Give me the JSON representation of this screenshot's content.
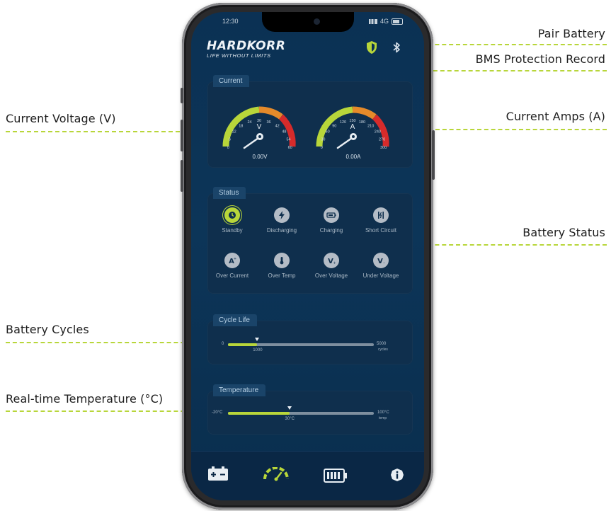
{
  "callouts": {
    "pair_battery": "Pair Battery",
    "bms_record": "BMS Protection Record",
    "current_voltage": "Current Voltage (V)",
    "current_amps": "Current Amps (A)",
    "battery_status": "Battery Status",
    "battery_cycles": "Battery Cycles",
    "realtime_temp": "Real-time Temperature (°C)"
  },
  "statusbar": {
    "time": "12:30",
    "network": "4G"
  },
  "brand": {
    "name": "HARDKORR",
    "tagline": "LIFE WITHOUT LIMITS"
  },
  "current": {
    "title": "Current",
    "voltage": {
      "unit": "V",
      "value_label": "0.00V",
      "ticks": [
        "0",
        "6",
        "12",
        "18",
        "24",
        "30",
        "36",
        "42",
        "48",
        "54",
        "60"
      ]
    },
    "amps": {
      "unit": "A",
      "value_label": "0.00A",
      "ticks": [
        "0",
        "30",
        "60",
        "90",
        "120",
        "150",
        "180",
        "210",
        "240",
        "270",
        "300"
      ]
    }
  },
  "status": {
    "title": "Status",
    "items": [
      {
        "label": "Standby",
        "icon": "clock-icon",
        "active": true
      },
      {
        "label": "Discharging",
        "icon": "bolt-icon",
        "active": false
      },
      {
        "label": "Charging",
        "icon": "plug-icon",
        "active": false
      },
      {
        "label": "Short Circuit",
        "icon": "short-circuit-icon",
        "active": false
      },
      {
        "label": "Over Current",
        "icon": "over-current-icon",
        "active": false
      },
      {
        "label": "Over Temp",
        "icon": "thermometer-icon",
        "active": false
      },
      {
        "label": "Over Voltage",
        "icon": "over-voltage-icon",
        "active": false
      },
      {
        "label": "Under Voltage",
        "icon": "under-voltage-icon",
        "active": false
      }
    ]
  },
  "cycle_life": {
    "title": "Cycle Life",
    "min_label": "0",
    "max_label": "5000",
    "unit_label": "cycles",
    "marker_label": "1000",
    "fraction": 0.2
  },
  "temperature": {
    "title": "Temperature",
    "min_label": "-20°C",
    "max_label": "100°C",
    "unit_label": "temp",
    "marker_label": "30°C",
    "fraction": 0.42
  },
  "tabs": [
    {
      "icon": "battery-plus-minus-icon"
    },
    {
      "icon": "gauge-icon",
      "active": true
    },
    {
      "icon": "battery-level-icon"
    },
    {
      "icon": "info-icon"
    }
  ],
  "colors": {
    "accent": "#b8d63a",
    "screen_bg": "#0b3154",
    "panel": "#0f2f4d"
  }
}
